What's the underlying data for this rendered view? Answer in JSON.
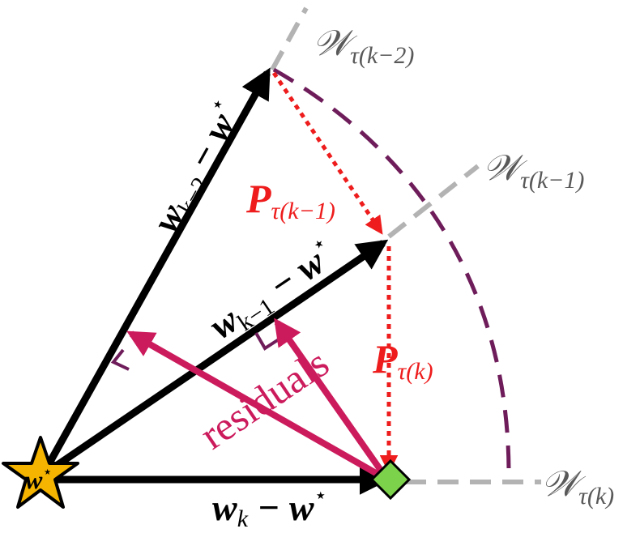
{
  "subspaces": {
    "k_minus_2": {
      "symbol": "𝒲",
      "subscript": "τ(k−2)"
    },
    "k_minus_1": {
      "symbol": "𝒲",
      "subscript": "τ(k−1)"
    },
    "k": {
      "symbol": "𝒲",
      "subscript": "τ(k)"
    }
  },
  "vectors": {
    "k_minus_2": {
      "main": "w",
      "subscript": "k−2",
      "tail": " − w",
      "star": "⋆"
    },
    "k_minus_1": {
      "main": "w",
      "subscript": "k−1",
      "tail": " − w",
      "star": "⋆"
    },
    "k": {
      "main": "w",
      "subscript": "k",
      "tail": " − w",
      "star": "⋆"
    }
  },
  "projections": {
    "first": {
      "main": "P",
      "subscript": "τ(k−1)"
    },
    "second": {
      "main": "P",
      "subscript": "τ(k)"
    }
  },
  "residuals_label": "residuals",
  "optimum_label": {
    "main": "w",
    "star": "⋆"
  },
  "colors": {
    "vector": "#000000",
    "subspace_line": "#b3b3b3",
    "subspace_text": "#595959",
    "projection": "#ee1c1c",
    "arc": "#6e1d5a",
    "residual": "#cc1b5c",
    "star_fill": "#f4b400",
    "diamond_fill": "#7dd24b"
  }
}
